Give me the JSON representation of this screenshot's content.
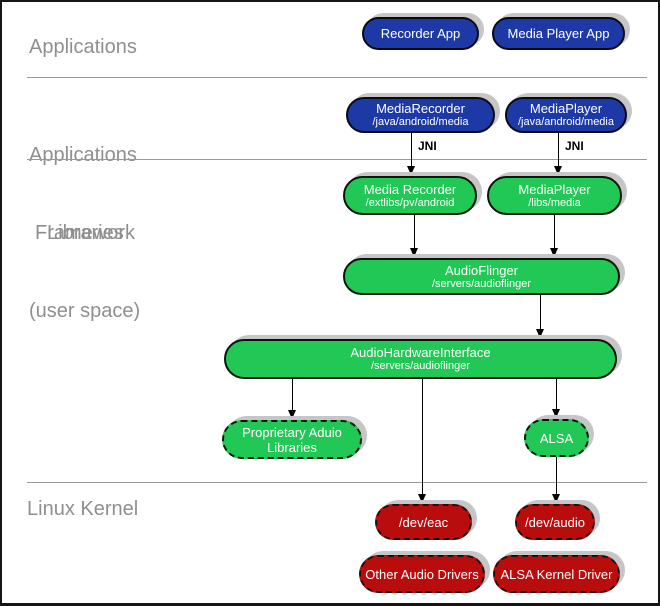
{
  "colors": {
    "applications_blue": "#1d39a6",
    "libraries_green": "#22c855",
    "kernel_red": "#b90c0c",
    "shadow_gray": "#c6c6c6",
    "layer_label_gray": "#8f8f8f",
    "separator_gray": "#9a9a9a"
  },
  "sections": {
    "applications": {
      "label": "Applications"
    },
    "framework": {
      "label_line1": "Applications",
      "label_line2": "Framework"
    },
    "libraries": {
      "label_line1": "Libraries",
      "label_line2": "(user space)"
    },
    "kernel": {
      "label": "Linux Kernel"
    }
  },
  "edges": {
    "jni": "JNI"
  },
  "nodes": {
    "recorder_app": {
      "title": "Recorder App"
    },
    "media_player_app": {
      "title": "Media Player App"
    },
    "media_recorder_fw": {
      "title": "MediaRecorder",
      "subtitle": "/java/android/media"
    },
    "media_player_fw": {
      "title": "MediaPlayer",
      "subtitle": "/java/android/media"
    },
    "media_recorder_lib": {
      "title": "Media Recorder",
      "subtitle": "/extlibs/pv/android"
    },
    "media_player_lib": {
      "title": "MediaPlayer",
      "subtitle": "/libs/media"
    },
    "audioflinger": {
      "title": "AudioFlinger",
      "subtitle": "/servers/audioflinger"
    },
    "audio_hardware_interface": {
      "title": "AudioHardwareInterface",
      "subtitle": "/servers/audioflinger"
    },
    "proprietary_audio_libraries": {
      "title": "Proprietary Aduio Libraries"
    },
    "alsa": {
      "title": "ALSA"
    },
    "dev_eac": {
      "title": "/dev/eac"
    },
    "dev_audio": {
      "title": "/dev/audio"
    },
    "other_audio_drivers": {
      "title": "Other Audio Drivers"
    },
    "alsa_kernel_driver": {
      "title": "ALSA Kernel Driver"
    }
  }
}
